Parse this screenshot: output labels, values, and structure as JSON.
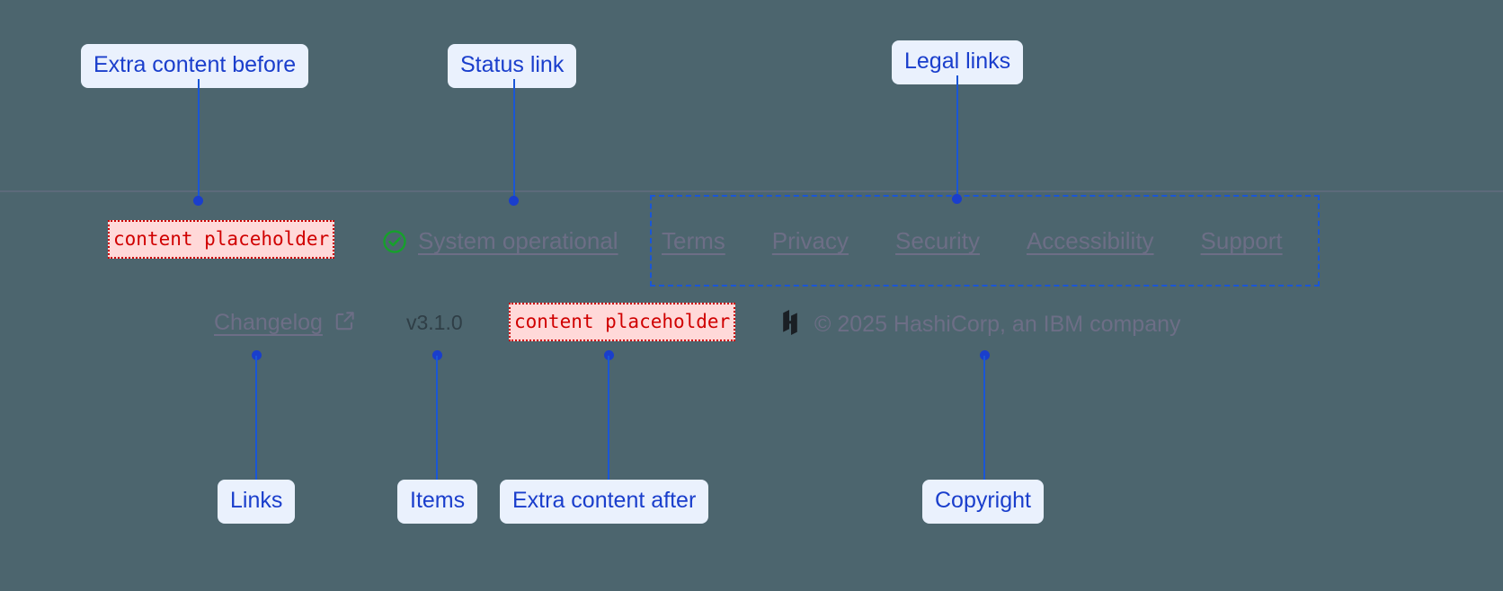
{
  "colors": {
    "page_background": "#4c656e",
    "annotation_blue": "#1a56d6",
    "annotation_label_bg": "#eaf1fd",
    "annotation_label_text": "#1a3ecc",
    "placeholder_red": "#d00000",
    "placeholder_bg": "#ffd9d9",
    "footer_link": "#6d6e86",
    "status_ok_green": "#16a02c",
    "version_text": "#2f3e46",
    "rule": "#6a6f86"
  },
  "footer": {
    "extra_content_before": {
      "text": "content placeholder"
    },
    "status": {
      "icon": "check-circle-icon",
      "label": "System operational"
    },
    "legal_links": [
      {
        "label": "Terms"
      },
      {
        "label": "Privacy"
      },
      {
        "label": "Security"
      },
      {
        "label": "Accessibility"
      },
      {
        "label": "Support"
      }
    ],
    "changelog": {
      "label": "Changelog",
      "icon": "external-link-icon"
    },
    "version": {
      "label": "v3.1.0"
    },
    "extra_content_after": {
      "text": "content placeholder"
    },
    "copyright": {
      "icon": "hashicorp-logo-icon",
      "text": "© 2025 HashiCorp, an IBM company"
    }
  },
  "annotations": [
    {
      "id": "extra-content-before",
      "label": "Extra content before"
    },
    {
      "id": "status-link",
      "label": "Status link"
    },
    {
      "id": "legal-links",
      "label": "Legal links"
    },
    {
      "id": "links",
      "label": "Links"
    },
    {
      "id": "items",
      "label": "Items"
    },
    {
      "id": "extra-content-after",
      "label": "Extra content after"
    },
    {
      "id": "copyright",
      "label": "Copyright"
    }
  ]
}
